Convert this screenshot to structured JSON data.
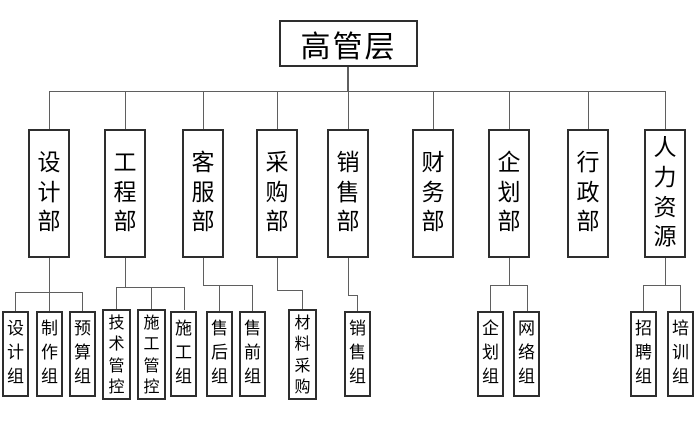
{
  "chart": {
    "type": "org-chart",
    "root_label": "高管层",
    "departments": [
      {
        "label": "设计部",
        "children": [
          "设计组",
          "制作组",
          "预算组"
        ]
      },
      {
        "label": "工程部",
        "children": [
          "技术管控",
          "施工管控",
          "施工组"
        ]
      },
      {
        "label": "客服部",
        "children": [
          "售后组",
          "售前组"
        ]
      },
      {
        "label": "采购部",
        "children": [
          "材料采购"
        ]
      },
      {
        "label": "销售部",
        "children": [
          "销售组"
        ]
      },
      {
        "label": "财务部",
        "children": []
      },
      {
        "label": "企划部",
        "children": [
          "企划组",
          "网络组"
        ]
      },
      {
        "label": "行政部",
        "children": []
      },
      {
        "label": "人力资源",
        "children": [
          "招聘组",
          "培训组"
        ]
      }
    ],
    "colors": {
      "background": "#ffffff",
      "box_border": "#2e2e2e",
      "connector_line": "#5f5f5f",
      "text": "#000000"
    }
  }
}
